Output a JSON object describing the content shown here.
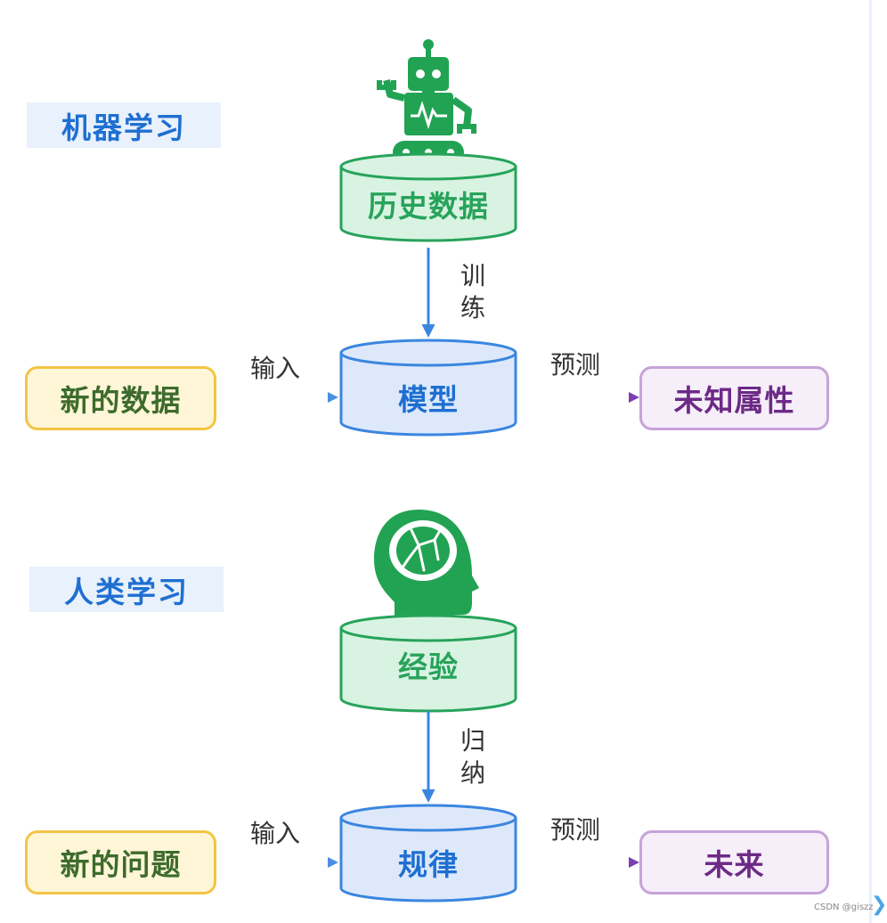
{
  "colors": {
    "green": "#27a35a",
    "blue": "#1f6fd1",
    "yellow_border": "#f3c445",
    "purple": "#6c2a86",
    "section_bg": "#e8f1fc"
  },
  "sections": [
    {
      "label": "机器学习",
      "icon": "robot-icon",
      "source": "历史数据",
      "down_edge": "训练",
      "center": "模型",
      "input_node": "新的数据",
      "input_edge": "输入",
      "output_edge": "预测",
      "output_node": "未知属性"
    },
    {
      "label": "人类学习",
      "icon": "brain-head-icon",
      "source": "经验",
      "down_edge": "归纳",
      "center": "规律",
      "input_node": "新的问题",
      "input_edge": "输入",
      "output_edge": "预测",
      "output_node": "未来"
    }
  ],
  "watermark": "CSDN @giszz"
}
